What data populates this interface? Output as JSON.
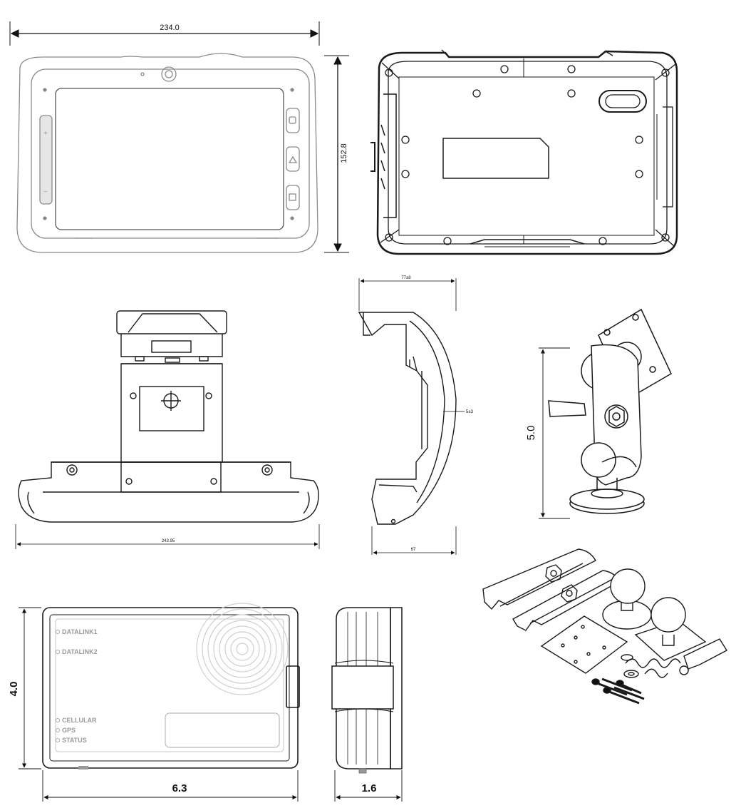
{
  "dimensions": {
    "tablet_width": "234.0",
    "tablet_height": "152.8",
    "cradle_depth": "77±8",
    "cradle_side_small": "5±3",
    "cradle_width": "243.95",
    "cradle_side_bottom": "67",
    "mount_height": "5.0",
    "module_height": "4.0",
    "module_width": "6.3",
    "module_depth": "1.6"
  },
  "module_leds": [
    "DATALINK1",
    "DATALINK2",
    "CELLULAR",
    "GPS",
    "STATUS"
  ],
  "colors": {
    "line": "#1a1a1a",
    "light_line": "#9a9a9a",
    "fill_gray": "#d9d9d9",
    "dark": "#111111"
  }
}
